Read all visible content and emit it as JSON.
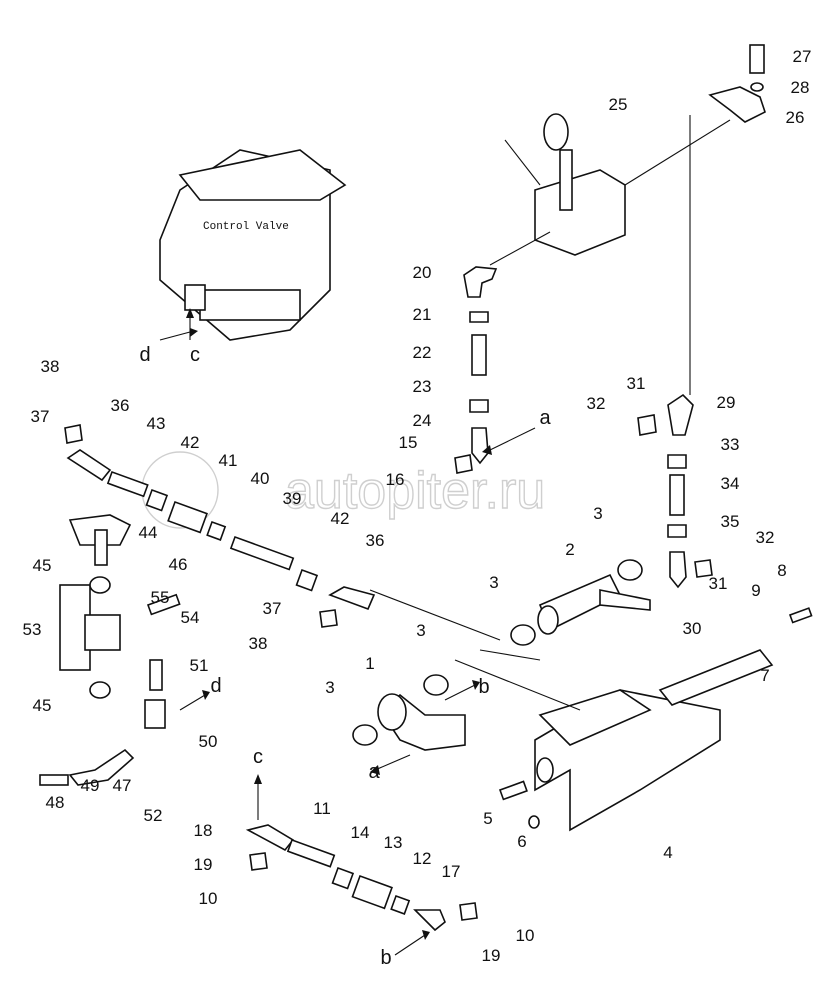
{
  "diagram": {
    "control_valve_label": "Control Valve",
    "watermark": "autopiter.ru",
    "callouts": [
      "27",
      "28",
      "26",
      "25",
      "20",
      "21",
      "22",
      "23",
      "24",
      "15",
      "16",
      "31",
      "32",
      "29",
      "33",
      "34",
      "35",
      "32",
      "31",
      "30",
      "8",
      "9",
      "7",
      "4",
      "5",
      "6",
      "2",
      "3",
      "3",
      "3",
      "3",
      "1",
      "38",
      "37",
      "36",
      "43",
      "42",
      "41",
      "40",
      "39",
      "42",
      "36",
      "44",
      "46",
      "45",
      "55",
      "54",
      "53",
      "37",
      "38",
      "51",
      "50",
      "45",
      "48",
      "49",
      "47",
      "52",
      "18",
      "11",
      "14",
      "13",
      "12",
      "17",
      "19",
      "10",
      "19",
      "10"
    ],
    "letters": [
      "a",
      "b",
      "a",
      "d",
      "c",
      "d",
      "c",
      "b"
    ]
  }
}
